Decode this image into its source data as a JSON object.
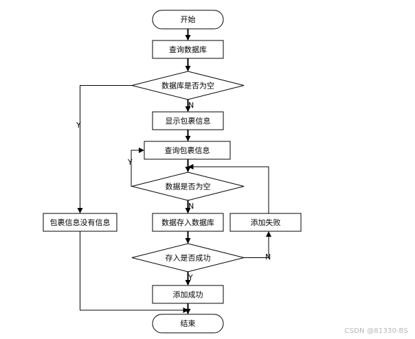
{
  "nodes": {
    "start": "开始",
    "query_db": "查询数据库",
    "db_empty": "数据库是否为空",
    "show_info": "显示包裹信息",
    "query_pkg": "查询包裹信息",
    "data_empty": "数据是否为空",
    "store_db": "数据存入数据库",
    "add_fail": "添加失败",
    "no_info": "包裹信息没有信息",
    "stored_ok": "存入是否成功",
    "add_success": "添加成功",
    "end": "结束"
  },
  "edge_labels": {
    "db_empty_no": "N",
    "db_empty_yes": "Y",
    "data_empty_yes": "Y",
    "data_empty_no": "N",
    "stored_no": "N",
    "stored_yes": "Y"
  },
  "watermark": "CSDN @81330-BS"
}
